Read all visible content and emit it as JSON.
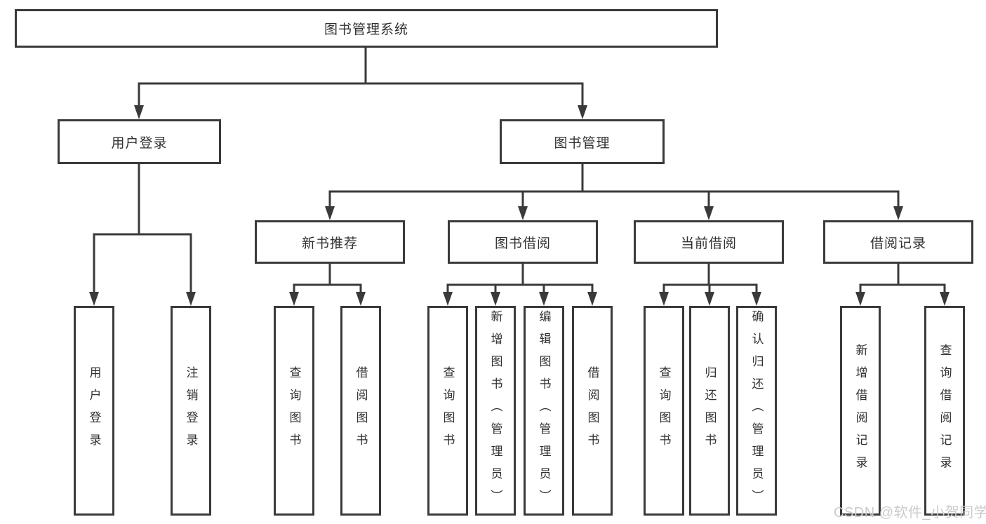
{
  "diagram": {
    "tree": {
      "label": "图书管理系统",
      "children": [
        {
          "label": "用户登录",
          "children": [
            {
              "label": "用户登录"
            },
            {
              "label": "注销登录"
            }
          ]
        },
        {
          "label": "图书管理",
          "children": [
            {
              "label": "新书推荐",
              "children": [
                {
                  "label": "查询图书"
                },
                {
                  "label": "借阅图书"
                }
              ]
            },
            {
              "label": "图书借阅",
              "children": [
                {
                  "label": "查询图书"
                },
                {
                  "label": "新增图书（管理员）"
                },
                {
                  "label": "编辑图书（管理员）"
                },
                {
                  "label": "借阅图书"
                }
              ]
            },
            {
              "label": "当前借阅",
              "children": [
                {
                  "label": "查询图书"
                },
                {
                  "label": "归还图书"
                },
                {
                  "label": "确认归还（管理员）"
                }
              ]
            },
            {
              "label": "借阅记录",
              "children": [
                {
                  "label": "新增借阅记录"
                },
                {
                  "label": "查询借阅记录"
                }
              ]
            }
          ]
        }
      ]
    },
    "colors": {
      "line": "#3a3a3a",
      "text": "#303030",
      "background": "#ffffff",
      "watermark_text_color": "#cbcbcb"
    }
  },
  "watermark": {
    "text": "CSDN @软件_小贺同学"
  }
}
